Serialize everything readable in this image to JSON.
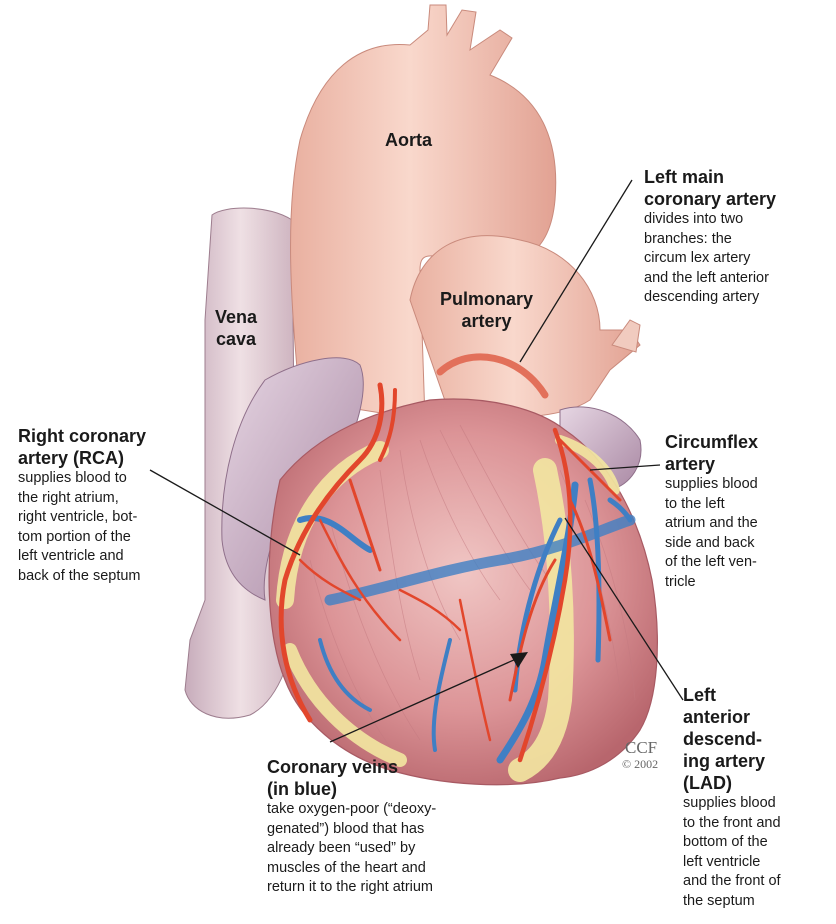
{
  "structures": {
    "aorta": "Aorta",
    "pulmonary_artery": "Pulmonary\nartery",
    "vena_cava": "Vena\ncava"
  },
  "callouts": {
    "left_main": {
      "title": "Left main\ncoronary artery",
      "text": "divides into two\nbranches: the\ncircum lex artery\nand the left anterior\ndescending artery"
    },
    "rca": {
      "title": "Right coronary\nartery (RCA)",
      "text": "supplies blood to\nthe right atrium,\nright ventricle, bot-\ntom portion of the\nleft ventricle and\nback of the septum"
    },
    "circumflex": {
      "title": "Circumflex\nartery",
      "text": "supplies blood\nto the left\natrium and the\nside and back\nof the left ven-\ntricle"
    },
    "veins": {
      "title": "Coronary veins\n(in blue)",
      "text": "take oxygen-poor  (“deoxy-\ngenated”) blood that has\nalready been “used” by\nmuscles of the heart and\nreturn it to the right atrium"
    },
    "lad": {
      "title": "Left\nanterior\ndescend-\ning artery\n(LAD)",
      "text": "supplies blood\nto the front and\nbottom of the\nleft ventricle\nand the front of\nthe septum"
    }
  },
  "credit": {
    "mark": "CCF",
    "year": "© 2002"
  },
  "colors": {
    "vessel_pink": "#f2c2b3",
    "muscle": "#d98c8f",
    "artery_red": "#e2462c",
    "vein_blue": "#3f7fc4",
    "fat_yellow": "#f3e7a1",
    "auricle_lilac": "#c9b0c4",
    "leader_line": "#1a1a1a"
  }
}
